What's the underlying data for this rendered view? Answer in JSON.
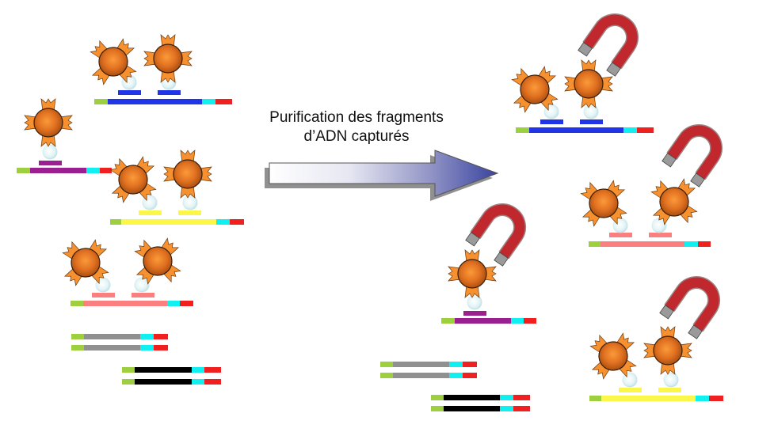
{
  "caption": {
    "line1": "Purification des fragments",
    "line2": "d’ADN capturés"
  },
  "colors": {
    "adapter_left": "#9dcf3f",
    "adapter_cyan": "#10f0f0",
    "adapter_red": "#f02020",
    "blue": "#2035e8",
    "purple": "#9a1f90",
    "yellow": "#fbf748",
    "pink": "#fb7f7f",
    "gray": "#909090",
    "black": "#000000",
    "bead": "#d9691a",
    "spike": "#f7902f",
    "probe_sphere": "#cfe9ee",
    "magnet": "#c0282d",
    "magnet_tip": "#9a9a9a",
    "arrow_start": "#ffffff",
    "arrow_end": "#3a43a0"
  },
  "panels": {
    "before": {
      "label": "before-purification",
      "captured_fragments": [
        {
          "id": "blue-fragment",
          "color": "blue",
          "beads": 2,
          "magnet": false
        },
        {
          "id": "purple-fragment",
          "color": "purple",
          "beads": 1,
          "magnet": false
        },
        {
          "id": "yellow-fragment",
          "color": "yellow",
          "beads": 2,
          "magnet": false
        },
        {
          "id": "pink-fragment",
          "color": "pink",
          "beads": 2,
          "magnet": false
        }
      ],
      "uncaptured_fragments": [
        {
          "id": "gray-fragment-1",
          "color": "gray"
        },
        {
          "id": "gray-fragment-2",
          "color": "gray"
        },
        {
          "id": "black-fragment-1",
          "color": "black"
        },
        {
          "id": "black-fragment-2",
          "color": "black"
        }
      ]
    },
    "after": {
      "label": "after-purification",
      "captured_fragments": [
        {
          "id": "blue-fragment",
          "color": "blue",
          "beads": 2,
          "magnet": true
        },
        {
          "id": "pink-fragment",
          "color": "pink",
          "beads": 2,
          "magnet": true
        },
        {
          "id": "purple-fragment",
          "color": "purple",
          "beads": 1,
          "magnet": true
        },
        {
          "id": "yellow-fragment",
          "color": "yellow",
          "beads": 2,
          "magnet": true
        }
      ],
      "uncaptured_fragments": [
        {
          "id": "gray-fragment-1",
          "color": "gray"
        },
        {
          "id": "gray-fragment-2",
          "color": "gray"
        },
        {
          "id": "black-fragment-1",
          "color": "black"
        },
        {
          "id": "black-fragment-2",
          "color": "black"
        }
      ]
    }
  }
}
